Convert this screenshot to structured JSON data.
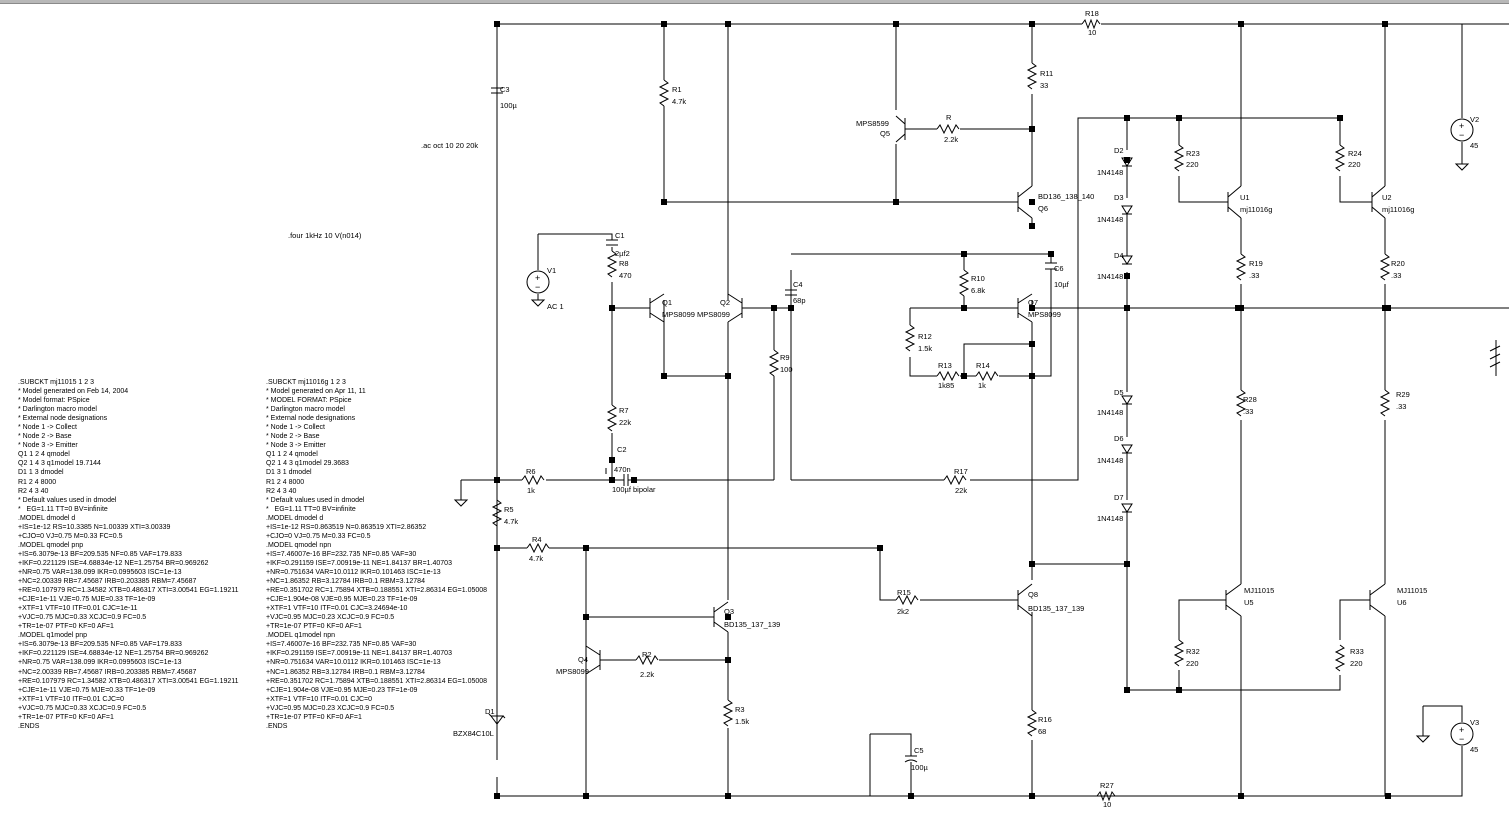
{
  "directives": {
    "ac": ".ac oct 10 20 20k",
    "four": ".four 1kHz 10  V(n014)"
  },
  "components": {
    "R18": {
      "ref": "R18",
      "value": "10"
    },
    "R27": {
      "ref": "R27",
      "value": "10"
    },
    "C3": {
      "ref": "C3",
      "value": "100µ"
    },
    "R1": {
      "ref": "R1",
      "value": "4.7k"
    },
    "R11": {
      "ref": "R11",
      "value": "33"
    },
    "Q5": {
      "ref": "Q5",
      "value": "MPS8599"
    },
    "R": {
      "ref": "R",
      "value": "2.2k"
    },
    "Q6": {
      "ref": "Q6",
      "value": "BD136_138_140"
    },
    "V2": {
      "ref": "V2",
      "value": "45"
    },
    "V3": {
      "ref": "V3",
      "value": "45"
    },
    "C1": {
      "ref": "C1",
      "value": "2µf2"
    },
    "R8": {
      "ref": "R8",
      "value": "470"
    },
    "V1": {
      "ref": "V1",
      "value": "AC 1"
    },
    "Q1": {
      "ref": "Q1",
      "value": "MPS8099"
    },
    "Q2": {
      "ref": "Q2",
      "value": "MPS8099"
    },
    "C4": {
      "ref": "C4",
      "value": "68p"
    },
    "R9": {
      "ref": "R9",
      "value": "100"
    },
    "R10": {
      "ref": "R10",
      "value": "6.8k"
    },
    "C6": {
      "ref": "C6",
      "value": "10µf"
    },
    "Q7": {
      "ref": "Q7",
      "value": "MPS8099"
    },
    "R12": {
      "ref": "R12",
      "value": "1.5k"
    },
    "R13": {
      "ref": "R13",
      "value": "1k85"
    },
    "R14": {
      "ref": "R14",
      "value": "1k"
    },
    "R7": {
      "ref": "R7",
      "value": "22k"
    },
    "C2": {
      "ref": "C2",
      "value": "470n"
    },
    "C2b": {
      "ref": "",
      "value": "100µf  bipolar"
    },
    "R6": {
      "ref": "R6",
      "value": "1k"
    },
    "R17": {
      "ref": "R17",
      "value": "22k"
    },
    "R5": {
      "ref": "R5",
      "value": "4.7k"
    },
    "R4": {
      "ref": "R4",
      "value": "4.7k"
    },
    "Q3": {
      "ref": "Q3",
      "value": "BD135_137_139"
    },
    "R15": {
      "ref": "R15",
      "value": "2k2"
    },
    "Q8": {
      "ref": "Q8",
      "value": "BD135_137_139"
    },
    "Q4": {
      "ref": "Q4",
      "value": "MPS8099"
    },
    "R2": {
      "ref": "R2",
      "value": "2.2k"
    },
    "R3": {
      "ref": "R3",
      "value": "1.5k"
    },
    "D1": {
      "ref": "D1",
      "value": "BZX84C10L"
    },
    "C5": {
      "ref": "C5",
      "value": "100µ"
    },
    "R16": {
      "ref": "R16",
      "value": "68"
    },
    "D2": {
      "ref": "D2",
      "value": "1N4148"
    },
    "D3": {
      "ref": "D3",
      "value": "1N4148"
    },
    "D4": {
      "ref": "D4",
      "value": "1N4148"
    },
    "D5": {
      "ref": "D5",
      "value": "1N4148"
    },
    "D6": {
      "ref": "D6",
      "value": "1N4148"
    },
    "D7": {
      "ref": "D7",
      "value": "1N4148"
    },
    "R23": {
      "ref": "R23",
      "value": "220"
    },
    "R24": {
      "ref": "R24",
      "value": "220"
    },
    "U1": {
      "ref": "U1",
      "value": "mj11016g"
    },
    "U2": {
      "ref": "U2",
      "value": "mj11016g"
    },
    "R19": {
      "ref": "R19",
      "value": ".33"
    },
    "R20": {
      "ref": "R20",
      "value": ".33"
    },
    "R28": {
      "ref": "R28",
      "value": ".33"
    },
    "R29": {
      "ref": "R29",
      "value": ".33"
    },
    "U5": {
      "ref": "U5",
      "value": "MJ11015"
    },
    "U6": {
      "ref": "U6",
      "value": "MJ11015"
    },
    "R32": {
      "ref": "R32",
      "value": "220"
    },
    "R33": {
      "ref": "R33",
      "value": "220"
    }
  },
  "netlist_left": [
    ".SUBCKT mj11015 1 2 3",
    "* Model generated on Feb 14, 2004",
    "* Model format: PSpice",
    "* Darlington macro model",
    "* External node designations",
    "* Node 1 -> Collect",
    "* Node 2 -> Base",
    "* Node 3 -> Emitter",
    "Q1 1 2 4 qmodel",
    "Q2 1 4 3 q1model 19.7144",
    "D1 1 3 dmodel",
    "R1 2 4 8000",
    "R2 4 3 40",
    "* Default values used in dmodel",
    "*   EG=1.11 TT=0 BV=infinite",
    ".MODEL dmodel d",
    "+IS=1e-12 RS=10.3385 N=1.00339 XTI=3.00339",
    "+CJO=0 VJ=0.75 M=0.33 FC=0.5",
    ".MODEL qmodel pnp",
    "+IS=6.3079e-13 BF=209.535 NF=0.85 VAF=179.833",
    "+IKF=0.221129 ISE=4.68834e-12 NE=1.25754 BR=0.969262",
    "+NR=0.75 VAR=138.099 IKR=0.0995603 ISC=1e-13",
    "+NC=2.00339 RB=7.45687 IRB=0.203385 RBM=7.45687",
    "+RE=0.107979 RC=1.34582 XTB=0.486317 XTI=3.00541 EG=1.19211",
    "+CJE=1e-11 VJE=0.75 MJE=0.33 TF=1e-09",
    "+XTF=1 VTF=10 ITF=0.01 CJC=1e-11",
    "+VJC=0.75 MJC=0.33 XCJC=0.9 FC=0.5",
    "+TR=1e-07 PTF=0 KF=0 AF=1",
    ".MODEL q1model pnp",
    "+IS=6.3079e-13 BF=209.535 NF=0.85 VAF=179.833",
    "+IKF=0.221129 ISE=4.68834e-12 NE=1.25754 BR=0.969262",
    "+NR=0.75 VAR=138.099 IKR=0.0995603 ISC=1e-13",
    "+NC=2.00339 RB=7.45687 IRB=0.203385 RBM=7.45687",
    "+RE=0.107979 RC=1.34582 XTB=0.486317 XTI=3.00541 EG=1.19211",
    "+CJE=1e-11 VJE=0.75 MJE=0.33 TF=1e-09",
    "+XTF=1 VTF=10 ITF=0.01 CJC=0",
    "+VJC=0.75 MJC=0.33 XCJC=0.9 FC=0.5",
    "+TR=1e-07 PTF=0 KF=0 AF=1",
    ".ENDS"
  ],
  "netlist_right": [
    ".SUBCKT mj11016g 1 2 3",
    "* Model generated on Apr 11, 11",
    "* MODEL FORMAT: PSpice",
    "* Darlington macro model",
    "* External node designations",
    "* Node 1 -> Collect",
    "* Node 2 -> Base",
    "* Node 3 -> Emitter",
    "Q1 1 2 4 qmodel",
    "Q2 1 4 3 q1model 29.3683",
    "D1 3 1 dmodel",
    "R1 2 4 8000",
    "R2 4 3 40",
    "* Default values used in dmodel",
    "*   EG=1.11 TT=0 BV=infinite",
    ".MODEL dmodel d",
    "+IS=1e-12 RS=0.863519 N=0.863519 XTI=2.86352",
    "+CJO=0 VJ=0.75 M=0.33 FC=0.5",
    ".MODEL qmodel npn",
    "+IS=7.46007e-16 BF=232.735 NF=0.85 VAF=30",
    "+IKF=0.291159 ISE=7.00919e-11 NE=1.84137 BR=1.40703",
    "+NR=0.751634 VAR=10.0112 IKR=0.101463 ISC=1e-13",
    "+NC=1.86352 RB=3.12784 IRB=0.1 RBM=3.12784",
    "+RE=0.351702 RC=1.75894 XTB=0.188551 XTI=2.86314 EG=1.05008",
    "+CJE=1.904e-08 VJE=0.95 MJE=0.23 TF=1e-09",
    "+XTF=1 VTF=10 ITF=0.01 CJC=3.24694e-10",
    "+VJC=0.95 MJC=0.23 XCJC=0.9 FC=0.5",
    "+TR=1e-07 PTF=0 KF=0 AF=1",
    ".MODEL q1model npn",
    "+IS=7.46007e-16 BF=232.735 NF=0.85 VAF=30",
    "+IKF=0.291159 ISE=7.00919e-11 NE=1.84137 BR=1.40703",
    "+NR=0.751634 VAR=10.0112 IKR=0.101463 ISC=1e-13",
    "+NC=1.86352 RB=3.12784 IRB=0.1 RBM=3.12784",
    "+RE=0.351702 RC=1.75894 XTB=0.188551 XTI=2.86314 EG=1.05008",
    "+CJE=1.904e-08 VJE=0.95 MJE=0.23 TF=1e-09",
    "+XTF=1 VTF=10 ITF=0.01 CJC=0",
    "+VJC=0.95 MJC=0.23 XCJC=0.9 FC=0.5",
    "+TR=1e-07 PTF=0 KF=0 AF=1",
    ".ENDS"
  ]
}
